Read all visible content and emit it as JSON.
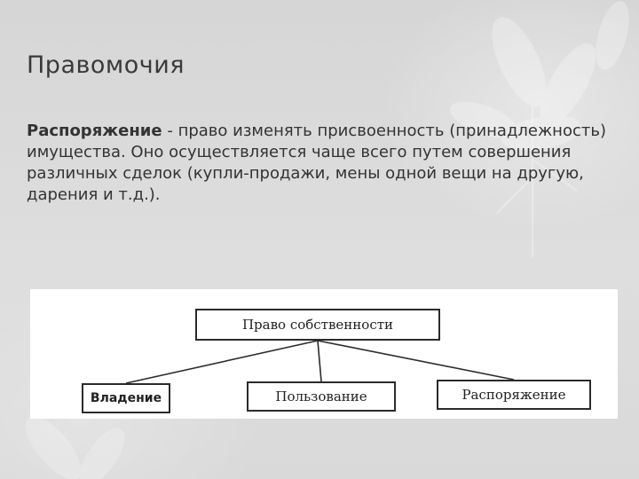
{
  "slide": {
    "title": "Правомочия",
    "paragraph": {
      "term": "Распоряжение",
      "text": " - право изменять присвоенность (принадлежность) имущества. Оно осуществляется чаще всего путем совершения различных сделок (купли-продажи, мены одной вещи на другую, дарения и т.д.)."
    }
  },
  "diagram": {
    "root": "Право собственности",
    "children": [
      "Владение",
      "Пользование",
      "Распоряжение"
    ]
  },
  "colors": {
    "background": "#dadada",
    "title_text": "#3a3a3a",
    "body_text": "#333333",
    "diagram_line": "#2b2b2b"
  }
}
